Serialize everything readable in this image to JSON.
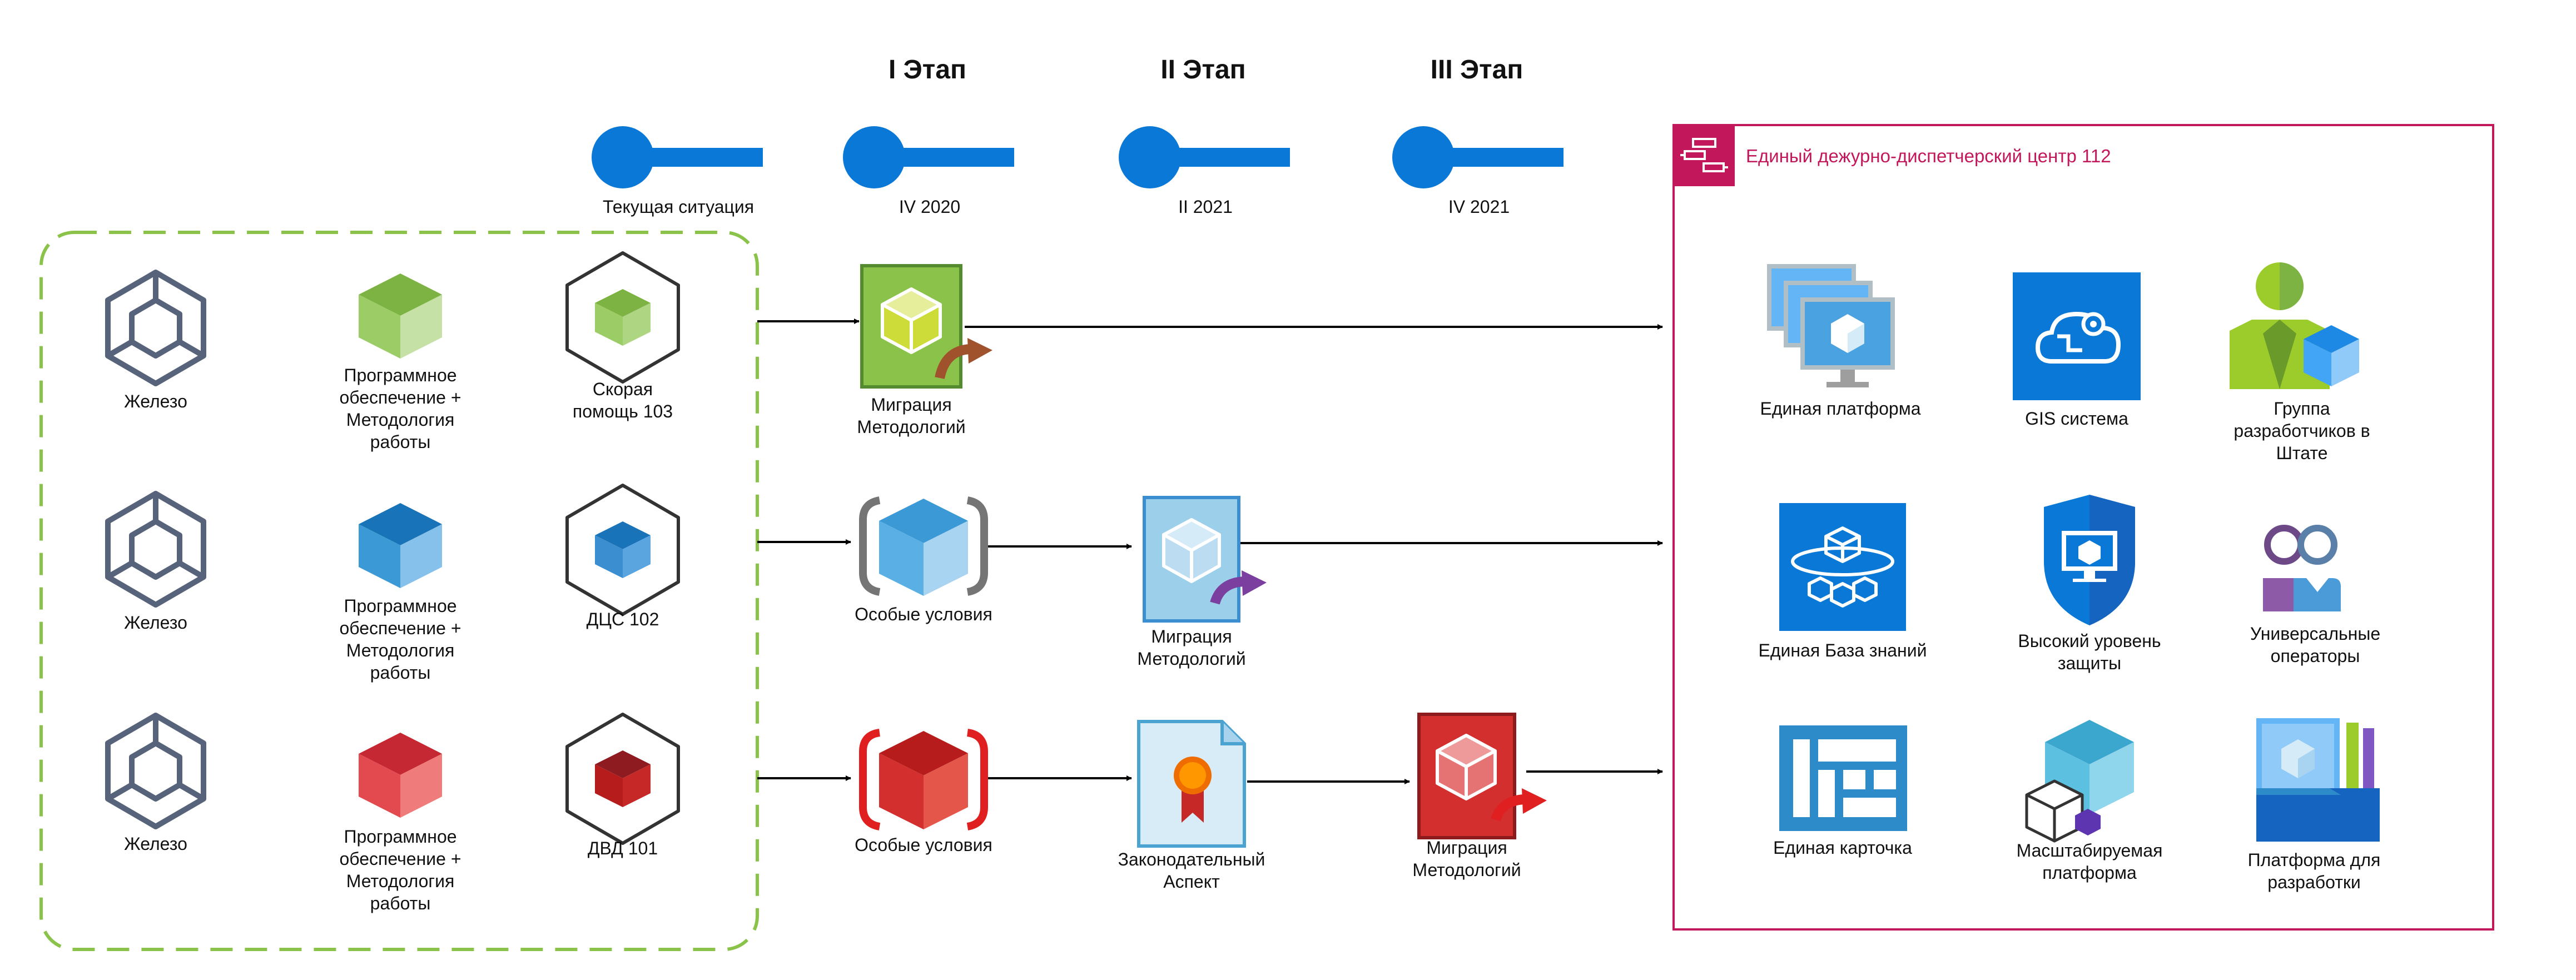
{
  "stages": [
    "I Этап",
    "II Этап",
    "III Этап"
  ],
  "timeline": [
    "Текущая ситуация",
    "IV 2020",
    "II 2021",
    "IV 2021"
  ],
  "left_rows": [
    {
      "hardware": "Железо",
      "software": "Программное\nобеспечение +\nМетодология\nработы",
      "service": "Скорая\nпомощь 103"
    },
    {
      "hardware": "Железо",
      "software": "Программное\nобеспечение +\nМетодология\nработы",
      "service": "ДЦС 102"
    },
    {
      "hardware": "Железо",
      "software": "Программное\nобеспечение +\nМетодология\nработы",
      "service": "ДВД 101"
    }
  ],
  "flow": {
    "row1_stage1": "Миграция\nМетодологий",
    "row2_stage1": "Особые условия",
    "row2_stage2": "Миграция\nМетодологий",
    "row3_stage1": "Особые условия",
    "row3_stage2": "Законодательный\nАспект",
    "row3_stage3": "Миграция\nМетодологий"
  },
  "target": {
    "title": "Единый  дежурно-диспетчерский центр 112",
    "items": [
      "Единая платформа",
      "GIS система",
      "Группа\nразработчиков в\nШтате",
      "Единая База знаний",
      "Высокий уровень\nзащиты",
      "Универсальные\nоператоры",
      "Единая карточка",
      "Масштабируемая\nплатформа",
      "Платформа для\nразработки"
    ]
  },
  "colors": {
    "timeline_blue": "#0a78d7",
    "dashed_green": "#8bc34a",
    "frame_magenta": "#c2185b",
    "hardware_slate": "#56637a",
    "green": "#7cb342",
    "blue": "#3b8fd0",
    "red": "#d32f2f",
    "azure": "#0a78d7"
  }
}
